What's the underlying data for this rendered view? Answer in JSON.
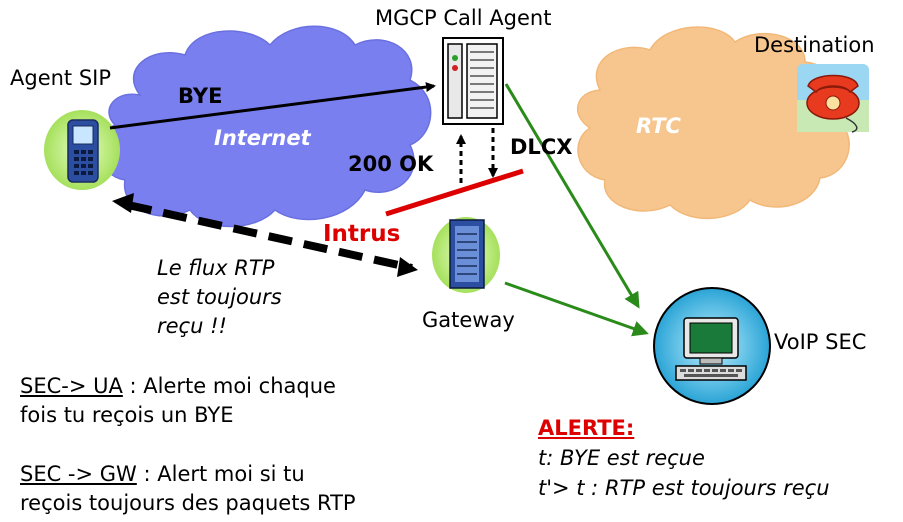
{
  "labels": {
    "agent_sip": "Agent SIP",
    "mgcp_call_agent": "MGCP Call Agent",
    "destination": "Destination",
    "internet": "Internet",
    "rtc": "RTC",
    "bye": "BYE",
    "ok200": "200 OK",
    "dlcx": "DLCX",
    "intrus": "Intrus",
    "gateway": "Gateway",
    "voip_sec": "VoIP SEC"
  },
  "rtp_note": {
    "line1": "Le flux RTP",
    "line2": "est toujours",
    "line3": "reçu !!"
  },
  "sec_ua": {
    "head": "SEC-> UA",
    "rest": " : Alerte moi chaque",
    "line2": "fois tu reçois un BYE"
  },
  "sec_gw": {
    "head": "SEC -> GW",
    "rest": " : Alert moi si tu",
    "line2": "reçois toujours des paquets RTP"
  },
  "alerte": {
    "title": "ALERTE:",
    "line1": "t: BYE est reçue",
    "line2": "t'> t : RTP est toujours reçu"
  },
  "colors": {
    "internet_cloud": "#7a7ff0",
    "rtc_cloud": "#f7c68e",
    "alert_red": "#dd0000",
    "arrow_green": "#2a8a1a",
    "icon_halo": "#b8ec78"
  },
  "icons": [
    "cell-phone-icon",
    "server-icon",
    "telephone-icon",
    "gateway-server-icon",
    "monitoring-computer-icon"
  ]
}
